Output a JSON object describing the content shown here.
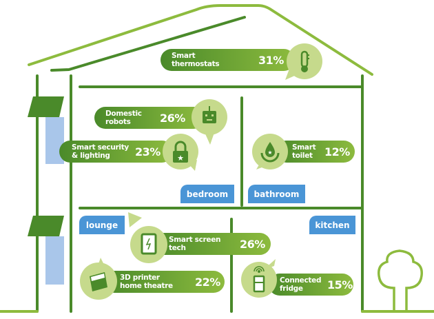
{
  "colors": {
    "dark_green": "#4a8a2a",
    "light_green": "#8dbb3e",
    "bubble": "#c6da8c",
    "room_blue": "#4a95d6",
    "window_blue": "#a9c6ea"
  },
  "stats": [
    {
      "label_1": "Smart",
      "label_2": "thermostats",
      "value": "31%",
      "icon": "thermometer-icon"
    },
    {
      "label_1": "Domestic",
      "label_2": "robots",
      "value": "26%",
      "icon": "robot-icon"
    },
    {
      "label_1": "Smart security",
      "label_2": "& lighting",
      "value": "23%",
      "icon": "padlock-icon"
    },
    {
      "label_1": "Smart",
      "label_2": "toilet",
      "value": "12%",
      "icon": "water-drop-icon"
    },
    {
      "label_1": "Smart screen",
      "label_2": "tech",
      "value": "26%",
      "icon": "tablet-icon"
    },
    {
      "label_1": "3D printer",
      "label_2": "home theatre",
      "value": "22%",
      "icon": "3d-printer-icon"
    },
    {
      "label_1": "Connected",
      "label_2": "fridge",
      "value": "15%",
      "icon": "connected-fridge-icon"
    }
  ],
  "rooms": {
    "bedroom": "bedroom",
    "bathroom": "bathroom",
    "lounge": "lounge",
    "kitchen": "kitchen"
  }
}
